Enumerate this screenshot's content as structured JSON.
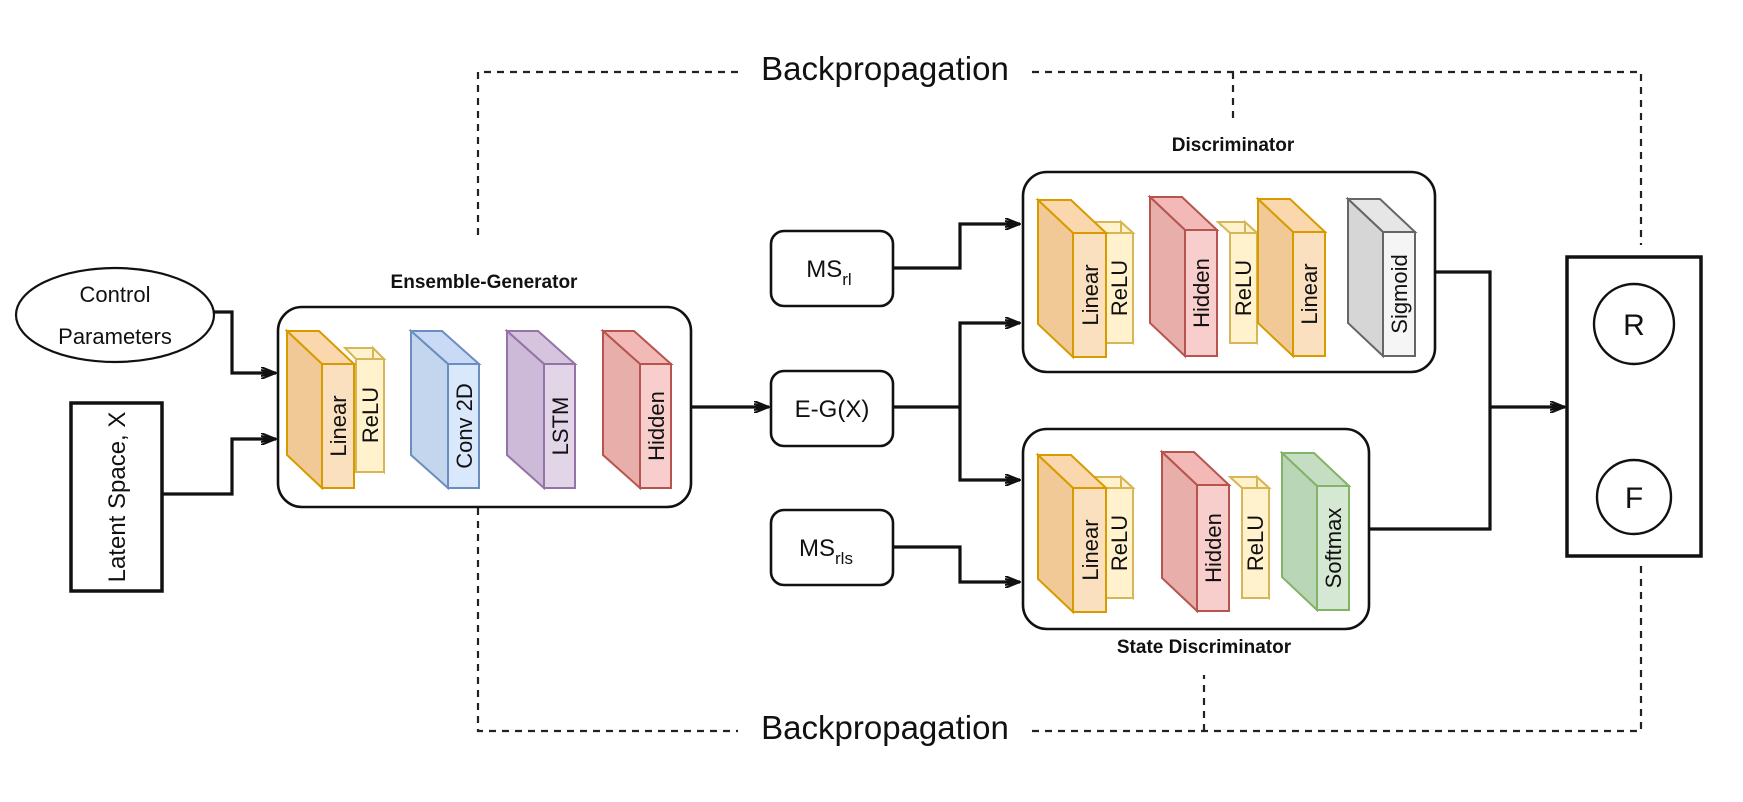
{
  "backprop": {
    "top": "Backpropagation",
    "bottom": "Backpropagation"
  },
  "inputs": {
    "control_line1": "Control",
    "control_line2": "Parameters",
    "latent": "Latent Space, X"
  },
  "generator": {
    "title": "Ensemble-Generator",
    "layers": {
      "linear": "Linear",
      "relu": "ReLU",
      "conv": "Conv 2D",
      "lstm": "LSTM",
      "hidden": "Hidden"
    }
  },
  "nodes": {
    "ms_rl_base": "MS",
    "ms_rl_sub": "rl",
    "eg": "E-G(X)",
    "ms_rls_base": "MS",
    "ms_rls_sub": "rls"
  },
  "discriminator": {
    "title": "Discriminator",
    "layers": {
      "linear1": "Linear",
      "relu1": "ReLU",
      "hidden": "Hidden",
      "relu2": "ReLU",
      "linear2": "Linear",
      "sigmoid": "Sigmoid"
    }
  },
  "state_discriminator": {
    "title": "State Discriminator",
    "layers": {
      "linear": "Linear",
      "relu1": "ReLU",
      "hidden": "Hidden",
      "relu2": "ReLU",
      "softmax": "Softmax"
    }
  },
  "output": {
    "real": "R",
    "fake": "F"
  },
  "colors": {
    "orange_fill": "#fbe0c0",
    "orange_stroke": "#d79b00",
    "yellow_fill": "#fff2cc",
    "yellow_stroke": "#d6b656",
    "blue_fill": "#dae8fc",
    "blue_stroke": "#6c8ebf",
    "purple_fill": "#e1d5e7",
    "purple_stroke": "#9673a6",
    "red_fill": "#f8cecc",
    "red_stroke": "#b85450",
    "gray_fill": "#f5f5f5",
    "gray_stroke": "#666666",
    "green_fill": "#d5e8d4",
    "green_stroke": "#82b366"
  }
}
